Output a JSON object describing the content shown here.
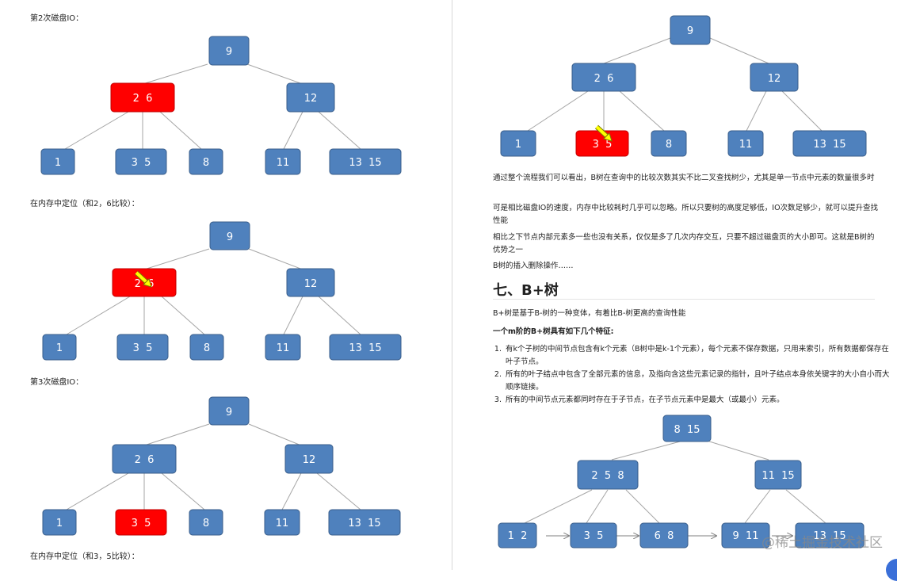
{
  "left": {
    "captions": [
      "第2次磁盘IO：",
      "在内存中定位（和2，6比较）：",
      "第3次磁盘IO：",
      "在内存中定位（和3，5比较）："
    ],
    "tree1": {
      "root": "9",
      "l1": [
        "2  6",
        "12"
      ],
      "l2": [
        "1",
        "3  5",
        "8",
        "11",
        "13  15"
      ]
    },
    "tree2": {
      "root": "9",
      "l1": [
        "2  6",
        "12"
      ],
      "l2": [
        "1",
        "3  5",
        "8",
        "11",
        "13  15"
      ]
    },
    "tree3": {
      "root": "9",
      "l1": [
        "2  6",
        "12"
      ],
      "l2": [
        "1",
        "3  5",
        "8",
        "11",
        "13  15"
      ]
    }
  },
  "right": {
    "tree": {
      "root": "9",
      "l1": [
        "2  6",
        "12"
      ],
      "l2": [
        "1",
        "3  5",
        "8",
        "11",
        "13  15"
      ]
    },
    "paragraphs": [
      "通过整个流程我们可以看出，B树在查询中的比较次数其实不比二叉查找树少，尤其是单一节点中元素的数量很多时",
      "可是相比磁盘IO的速度，内存中比较耗时几乎可以忽略。所以只要树的高度足够低，IO次数足够少，就可以提升查找性能",
      "相比之下节点内部元素多一些也没有关系，仅仅是多了几次内存交互，只要不超过磁盘页的大小即可。这就是B树的优势之一",
      "B树的插入删除操作……"
    ],
    "heading": "七、B+树",
    "intro": "B+树是基于B-树的一种变体，有着比B-树更高的查询性能",
    "features_title": "一个m阶的B+树具有如下几个特征:",
    "features": [
      "有k个子树的中间节点包含有k个元素（B树中是k-1个元素），每个元素不保存数据，只用来索引，所有数据都保存在叶子节点。",
      "所有的叶子结点中包含了全部元素的信息，及指向含这些元素记录的指针，且叶子结点本身依关键字的大小自小而大顺序链接。",
      "所有的中间节点元素都同时存在于子节点，在子节点元素中是最大（或最小）元素。"
    ],
    "bplus": {
      "root": "8  15",
      "l1": [
        "2  5  8",
        "11  15"
      ],
      "leaves": [
        "1  2",
        "3  5",
        "6  8",
        "9  11",
        "13  15"
      ]
    },
    "watermark": "@稀土掘金技术社区"
  },
  "colors": {
    "node_fill": "#4f81bd",
    "node_stroke": "#385d8a",
    "highlight_fill": "#ff0000",
    "arrow": "#ffff00",
    "edge": "#a6a6a6"
  }
}
